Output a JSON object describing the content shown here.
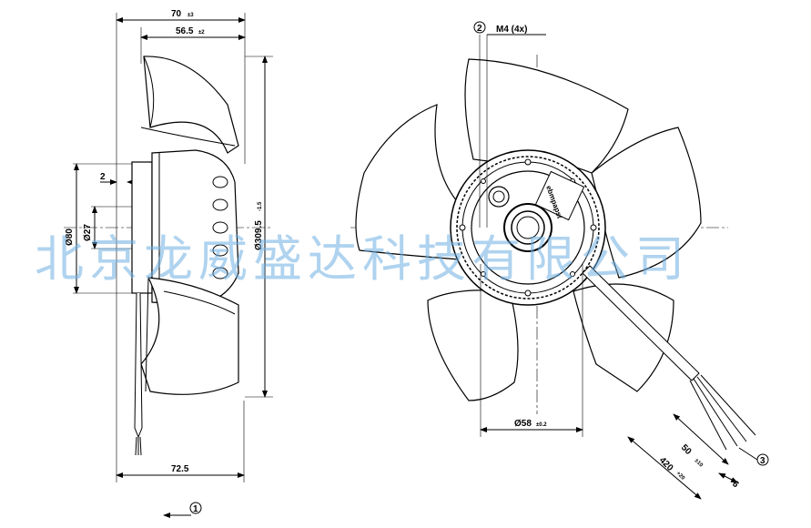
{
  "side_view": {
    "dim_width_total": "70",
    "dim_width_total_tol": "±3",
    "dim_width_inner": "56.5",
    "dim_width_inner_tol": "±2",
    "dim_small_offset": "2",
    "dim_dia_80": "Ø80",
    "dim_dia_27": "Ø27",
    "dim_dia_fan": "Ø309.5",
    "dim_dia_fan_tol": "-1.5",
    "dim_bottom_width": "72.5",
    "callout_1": "1"
  },
  "front_view": {
    "callout_2": "2",
    "thread_label": "M4 (4x)",
    "dim_dia_58": "Ø58",
    "dim_dia_58_tol": "±0.2",
    "brand_label": "ebmpapst",
    "dim_cable_50": "50",
    "dim_cable_50_tol": "±10",
    "dim_cable_420": "420",
    "dim_cable_420_tol": "+20",
    "dim_cable_6": "6",
    "callout_3": "3"
  },
  "watermark": "北京龙威盛达科技有限公司"
}
